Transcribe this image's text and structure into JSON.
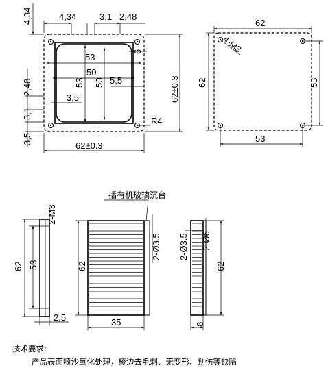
{
  "front_view": {
    "dims_top": [
      "4,34",
      "3,1",
      "2,48"
    ],
    "dim_top_left": "4,34",
    "dim_inner_53": "53",
    "dim_inner_50": "50",
    "dim_vert_53": "53",
    "dim_vert_50": "50",
    "dim_5_5": "5,5",
    "dim_6": "6",
    "dim_3_5": "3,5",
    "dims_left": [
      "2,48",
      "3,1",
      "3,5"
    ],
    "dim_width": "62±0.3",
    "dim_height": "62±0.3",
    "radius": "R4"
  },
  "rear_view": {
    "dim_width": "62",
    "dim_height": "62",
    "hole_spacing_h": "53",
    "hole_spacing_v": "53",
    "hole_callout": "4-M3"
  },
  "side_view": {
    "thread_callout": "2-M3",
    "dim_outer": "62",
    "dim_inner": "53",
    "dim_bottom": "2,5"
  },
  "main_view": {
    "annotation": "插有机玻璃沉台",
    "dim_height": "62",
    "dim_width": "35",
    "hole_callout": "2-Ø3.5"
  },
  "section_view": {
    "callout_a": "2-Ø3.5",
    "callout_b": "2-Ø6",
    "dim_height": "62",
    "dim_bottom": "8"
  },
  "notes": {
    "title": "技术要求:",
    "body": "产品表面喷沙氧化处理，棱边去毛刺、无变形、划伤等缺陷"
  }
}
